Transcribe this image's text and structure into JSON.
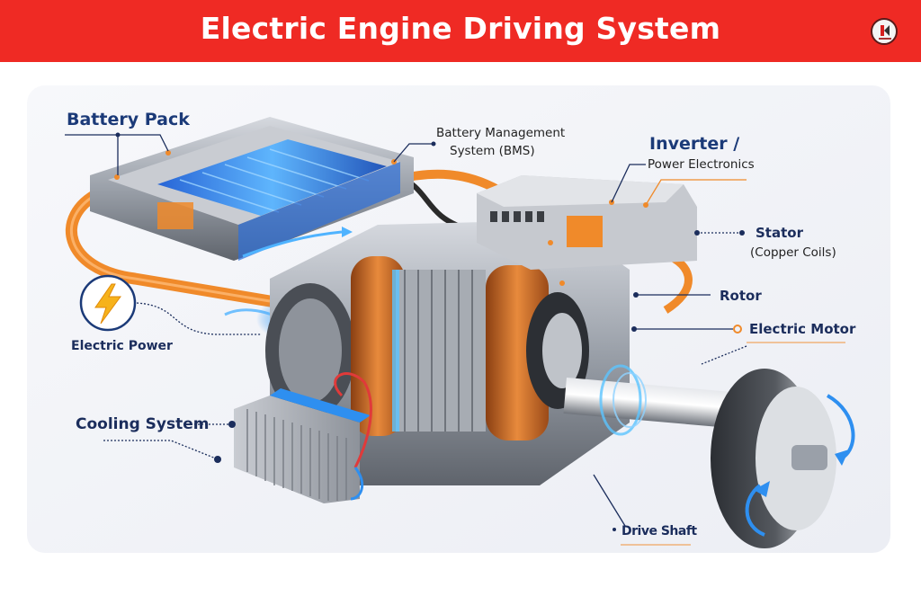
{
  "header": {
    "title": "Electric Engine Driving System",
    "background_color": "#ef2a24",
    "logo": "brand-logo-k"
  },
  "labels": {
    "battery_pack": "Battery Pack",
    "bms_line1": "Battery Management",
    "bms_line2": "System (BMS)",
    "inverter_line1": "Inverter /",
    "inverter_line2": "Power Electronics",
    "stator_line1": "Stator",
    "stator_line2": "(Copper Coils)",
    "rotor": "Rotor",
    "electric_motor": "Electric Motor",
    "electric_power": "Electric Power",
    "cooling_system": "Cooling System",
    "drive_shaft": "Drive Shaft"
  },
  "icons": {
    "electric_power": "lightning-bolt-icon",
    "rotation": "rotation-arrow-icon"
  },
  "colors": {
    "label_text": "#1b2d5c",
    "accent_orange": "#f08a2a",
    "glow_blue": "#2e8ff0",
    "copper": "#d9772e"
  }
}
